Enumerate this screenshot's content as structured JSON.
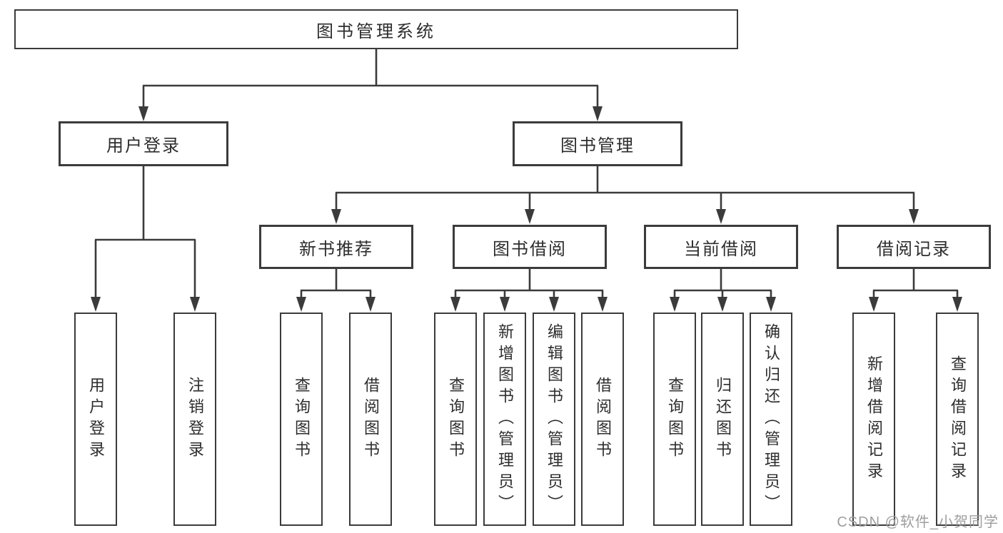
{
  "diagram": {
    "title": "图书管理系统",
    "root": {
      "label": "图书管理系统"
    },
    "level2": [
      {
        "label": "用户登录"
      },
      {
        "label": "图书管理"
      }
    ],
    "level3": [
      {
        "label": "新书推荐",
        "parent": "图书管理"
      },
      {
        "label": "图书借阅",
        "parent": "图书管理"
      },
      {
        "label": "当前借阅",
        "parent": "图书管理"
      },
      {
        "label": "借阅记录",
        "parent": "图书管理"
      }
    ],
    "leaves": [
      {
        "label": "用户登录",
        "parent": "用户登录"
      },
      {
        "label": "注销登录",
        "parent": "用户登录"
      },
      {
        "label": "查询图书",
        "parent": "新书推荐"
      },
      {
        "label": "借阅图书",
        "parent": "新书推荐"
      },
      {
        "label": "查询图书",
        "parent": "图书借阅"
      },
      {
        "label": "新增图书（管理员）",
        "parent": "图书借阅"
      },
      {
        "label": "编辑图书（管理员）",
        "parent": "图书借阅"
      },
      {
        "label": "借阅图书",
        "parent": "图书借阅"
      },
      {
        "label": "查询图书",
        "parent": "当前借阅"
      },
      {
        "label": "归还图书",
        "parent": "当前借阅"
      },
      {
        "label": "确认归还（管理员）",
        "parent": "当前借阅"
      },
      {
        "label": "新增借阅记录",
        "parent": "借阅记录"
      },
      {
        "label": "查询借阅记录",
        "parent": "借阅记录"
      }
    ]
  },
  "watermark": {
    "text": "CSDN @软件_小贺同学"
  },
  "colors": {
    "line": "#3b3b3b",
    "box_fill": "#ffffff",
    "text": "#2d2d2d",
    "watermark": "#9e9e9e"
  }
}
